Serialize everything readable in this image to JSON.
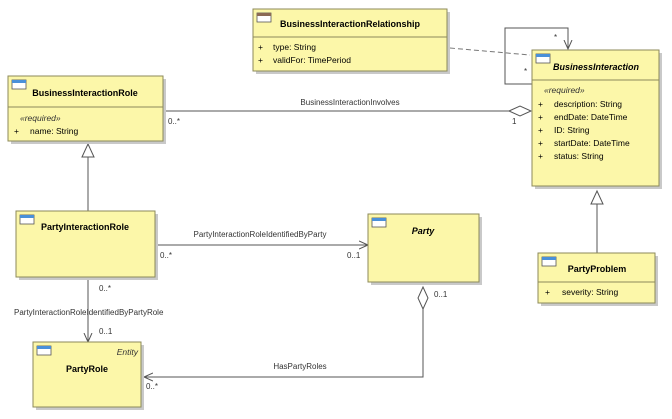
{
  "classes": {
    "bir": {
      "title": "BusinessInteractionRelationship",
      "attributes": [
        "type: String",
        "validFor: TimePeriod"
      ]
    },
    "birole": {
      "title": "BusinessInteractionRole",
      "stereotype": "«required»",
      "attributes": [
        "name: String"
      ]
    },
    "bi": {
      "title": "BusinessInteraction",
      "stereotype": "«required»",
      "attributes": [
        "description: String",
        "endDate: DateTime",
        "ID: String",
        "startDate: DateTime",
        "status: String"
      ]
    },
    "pir": {
      "title": "PartyInteractionRole"
    },
    "party": {
      "title": "Party"
    },
    "pp": {
      "title": "PartyProblem",
      "attributes": [
        "severity: String"
      ]
    },
    "pr": {
      "title": "PartyRole",
      "tag": "Entity"
    }
  },
  "associations": {
    "involves": {
      "name": "BusinessInteractionInvolves",
      "src_mult": "0..*",
      "dst_mult": "1"
    },
    "identified_by_party": {
      "name": "PartyInteractionRoleIdentifiedByParty",
      "src_mult": "0..*",
      "dst_mult": "0..1"
    },
    "identified_by_role": {
      "name": "PartyInteractionRoleIdentifiedByPartyRole",
      "src_mult": "0..*",
      "dst_mult": "0..1"
    },
    "has_roles": {
      "name": "HasPartyRoles",
      "src_mult": "0..1",
      "dst_mult": "0..*"
    },
    "self": {
      "src_mult": "*",
      "dst_mult": "*"
    }
  },
  "attr_marker": "+",
  "colors": {
    "class_fill": "#fcf7a9",
    "border": "#8c8a5a",
    "icon_blue": "#4a90d9"
  }
}
